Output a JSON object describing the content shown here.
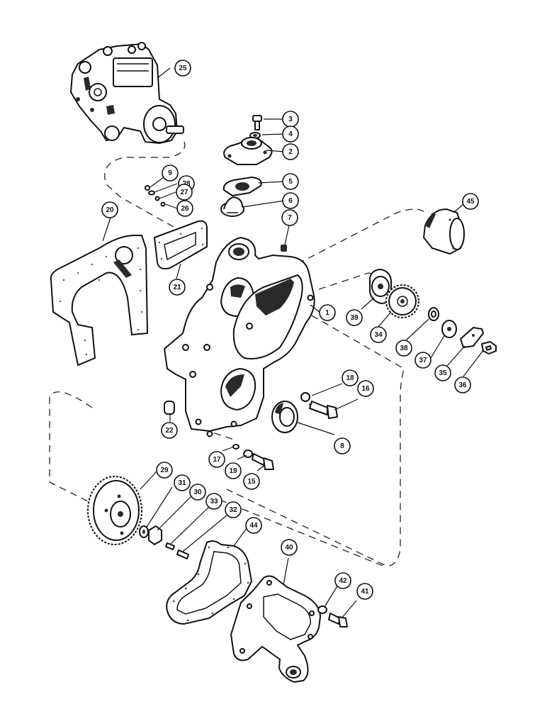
{
  "callouts": [
    {
      "label": "25"
    },
    {
      "label": "3"
    },
    {
      "label": "4"
    },
    {
      "label": "2"
    },
    {
      "label": "9"
    },
    {
      "label": "28"
    },
    {
      "label": "27"
    },
    {
      "label": "26"
    },
    {
      "label": "5"
    },
    {
      "label": "6"
    },
    {
      "label": "45"
    },
    {
      "label": "20"
    },
    {
      "label": "7"
    },
    {
      "label": "21"
    },
    {
      "label": "1"
    },
    {
      "label": "39"
    },
    {
      "label": "34"
    },
    {
      "label": "38"
    },
    {
      "label": "37"
    },
    {
      "label": "35"
    },
    {
      "label": "36"
    },
    {
      "label": "18"
    },
    {
      "label": "16"
    },
    {
      "label": "22"
    },
    {
      "label": "8"
    },
    {
      "label": "17"
    },
    {
      "label": "19"
    },
    {
      "label": "15"
    },
    {
      "label": "29"
    },
    {
      "label": "31"
    },
    {
      "label": "30"
    },
    {
      "label": "33"
    },
    {
      "label": "32"
    },
    {
      "label": "44"
    },
    {
      "label": "40"
    },
    {
      "label": "42"
    },
    {
      "label": "41"
    }
  ]
}
